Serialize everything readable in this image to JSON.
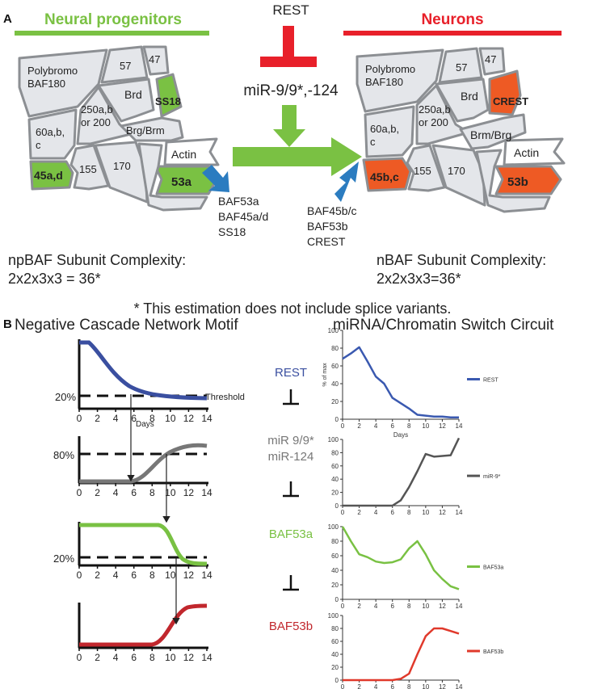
{
  "panelA": {
    "label": "A",
    "progenitors_title": "Neural progenitors",
    "neurons_title": "Neurons",
    "rest": "REST",
    "mirna": "miR-9/9*,-124",
    "np_complex": {
      "polybromo": [
        "Polybromo",
        "BAF180"
      ],
      "s57": "57",
      "s47": "47",
      "brd": "Brd",
      "ss18": "SS18",
      "s250": [
        "250a,b",
        "or 200"
      ],
      "s60": [
        "60a,b,",
        "c"
      ],
      "brg": "Brg/Brm",
      "actin": "Actin",
      "s53a": "53a",
      "s45": "45a,d",
      "s155": "155",
      "s170": "170"
    },
    "n_complex": {
      "polybromo": [
        "Polybromo",
        "BAF180"
      ],
      "s57": "57",
      "s47": "47",
      "brd": "Brd",
      "crest": "CREST",
      "s250": [
        "250a,b",
        "or 200"
      ],
      "s60": [
        "60a,b,",
        "c"
      ],
      "brm": "Brm/Brg",
      "actin": "Actin",
      "s53b": "53b",
      "s45": "45b,c",
      "s155": "155",
      "s170": "170"
    },
    "np_out": [
      "BAF53a",
      "BAF45a/d",
      "SS18"
    ],
    "n_in": [
      "BAF45b/c",
      "BAF53b",
      "CREST"
    ],
    "np_complexity": [
      "npBAF Subunit Complexity:",
      "2x2x3x3 = 36*"
    ],
    "n_complexity": [
      "nBAF Subunit Complexity:",
      "2x2x3x3=36*"
    ],
    "footnote": "* This estimation does not include splice variants."
  },
  "panelB": {
    "label": "B",
    "left_title": "Negative Cascade Network Motif",
    "right_title": "miRNA/Chromatin Switch Circuit",
    "cascade": [
      {
        "name": "REST",
        "color": "#3a4fa0"
      },
      {
        "name": "miR 9/9*\nmiR-124",
        "line1": "miR 9/9*",
        "line2": "miR-124",
        "color": "#777777"
      },
      {
        "name": "BAF53a",
        "color": "#79c143"
      },
      {
        "name": "BAF53b",
        "color": "#c1272d"
      }
    ],
    "motif": {
      "xticks": [
        "0",
        "2",
        "4",
        "6",
        "8",
        "10",
        "12",
        "14"
      ],
      "xlabel": "Days",
      "threshold_label": "Threshold",
      "p1_ref": "20%",
      "p2_ref": "80%",
      "p3_ref": "20%"
    }
  },
  "colors": {
    "green": "#7ac143",
    "red": "#e8202a",
    "blue_arrow": "#2b7cc0",
    "orange": "#ee5a24",
    "subunit_fill": "#e4e6ea",
    "subunit_stroke": "#8c8f93"
  },
  "chart_data": [
    {
      "type": "line",
      "x": [
        0,
        1,
        2,
        3,
        4,
        5,
        6,
        7,
        8,
        9,
        10,
        11,
        12,
        13,
        14
      ],
      "series": [
        {
          "name": "REST",
          "color": "#3a59b0",
          "values": [
            68,
            74,
            81,
            65,
            48,
            40,
            24,
            18,
            12,
            5,
            4,
            3,
            3,
            2,
            2
          ]
        }
      ],
      "xlabel": "Days",
      "ylabel": "% of max",
      "xlim": [
        0,
        14
      ],
      "ylim": [
        0,
        100
      ],
      "xticks": [
        0,
        2,
        4,
        6,
        8,
        10,
        12,
        14
      ],
      "yticks": [
        0,
        20,
        40,
        60,
        80,
        100
      ],
      "legend": "right"
    },
    {
      "type": "line",
      "x": [
        0,
        1,
        2,
        3,
        4,
        5,
        6,
        7,
        8,
        9,
        10,
        11,
        12,
        13,
        14
      ],
      "series": [
        {
          "name": "miR-9*",
          "color": "#555555",
          "values": [
            0,
            0,
            0,
            0,
            0,
            0,
            0,
            8,
            28,
            52,
            78,
            74,
            75,
            76,
            102
          ]
        }
      ],
      "xlim": [
        0,
        14
      ],
      "ylim": [
        0,
        100
      ],
      "xticks": [
        0,
        2,
        4,
        6,
        8,
        10,
        12,
        14
      ],
      "yticks": [
        0,
        20,
        40,
        60,
        80,
        100
      ],
      "legend": "right"
    },
    {
      "type": "line",
      "x": [
        0,
        1,
        2,
        3,
        4,
        5,
        6,
        7,
        8,
        9,
        10,
        11,
        12,
        13,
        14
      ],
      "series": [
        {
          "name": "BAF53a",
          "color": "#79c143",
          "values": [
            100,
            80,
            62,
            58,
            52,
            50,
            51,
            55,
            70,
            80,
            62,
            40,
            28,
            18,
            14
          ]
        }
      ],
      "xlim": [
        0,
        14
      ],
      "ylim": [
        0,
        100
      ],
      "xticks": [
        0,
        2,
        4,
        6,
        8,
        10,
        12,
        14
      ],
      "yticks": [
        0,
        20,
        40,
        60,
        80,
        100
      ],
      "legend": "right"
    },
    {
      "type": "line",
      "x": [
        0,
        1,
        2,
        3,
        4,
        5,
        6,
        7,
        8,
        9,
        10,
        11,
        12,
        13,
        14
      ],
      "series": [
        {
          "name": "BAF53b",
          "color": "#e0392b",
          "values": [
            0,
            0,
            0,
            0,
            0,
            0,
            0,
            2,
            10,
            40,
            68,
            80,
            80,
            76,
            72
          ]
        }
      ],
      "xlim": [
        0,
        14
      ],
      "ylim": [
        0,
        100
      ],
      "xticks": [
        0,
        2,
        4,
        6,
        8,
        10,
        12,
        14
      ],
      "yticks": [
        0,
        20,
        40,
        60,
        80,
        100
      ],
      "legend": "right"
    }
  ]
}
